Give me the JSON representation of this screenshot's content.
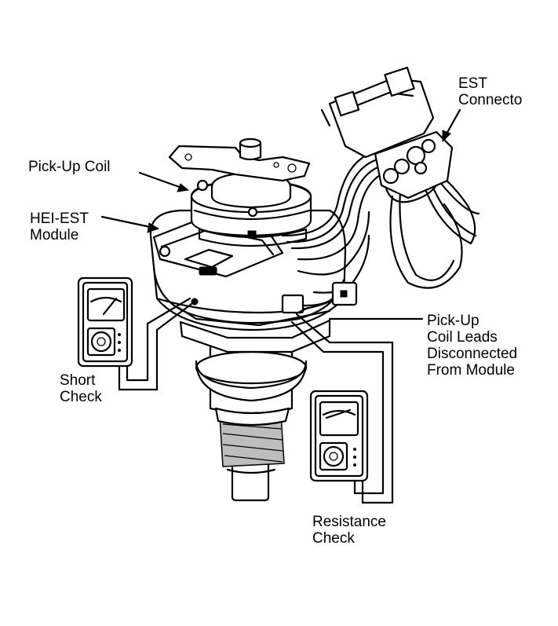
{
  "labels": {
    "pickup_coil": "Pick-Up Coil",
    "hei_est_module": [
      "HEI-EST",
      "Module"
    ],
    "est_connector": [
      "EST",
      "Connecto"
    ],
    "pickup_coil_leads": [
      "Pick-Up",
      "Coil Leads",
      "Disconnected",
      "From Module"
    ],
    "short_check": [
      "Short",
      "Check"
    ],
    "resistance_check": [
      "Resistance",
      "Check"
    ]
  }
}
